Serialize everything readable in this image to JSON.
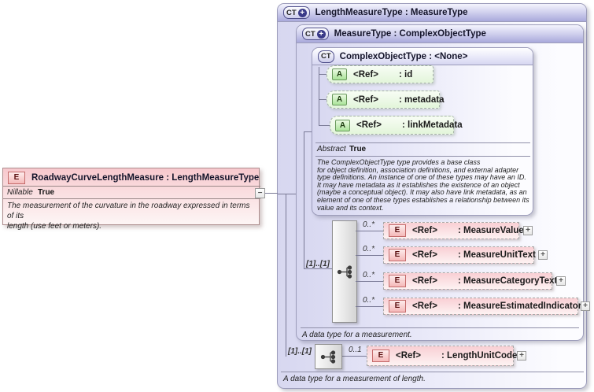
{
  "left_element": {
    "badge": "E",
    "title": "RoadwayCurveLengthMeasure : LengthMeasureType",
    "prop_label": "Nillable",
    "prop_value": "True",
    "annotation": "The measurement of the curvature in the roadway expressed in terms of its\nlength (use feet or meters).",
    "collapse_glyph": "−"
  },
  "length_measure_type": {
    "badge": "CT",
    "expand_glyph": "+",
    "title": "LengthMeasureType : MeasureType",
    "annotation": "A data type for a measurement of length.",
    "group_cardinality": "[1]..[1]",
    "children": [
      {
        "badge": "E",
        "ref": "<Ref>",
        "name": ": LengthUnitCode",
        "cardinality": "0..1",
        "expand_glyph": "+"
      }
    ]
  },
  "measure_type": {
    "badge": "CT",
    "expand_glyph": "+",
    "title": "MeasureType : ComplexObjectType",
    "annotation": "A data type for a measurement.",
    "group_cardinality": "[1]..[1]",
    "children": [
      {
        "badge": "E",
        "ref": "<Ref>",
        "name": ": MeasureValue",
        "cardinality": "0..*",
        "expand_glyph": "+"
      },
      {
        "badge": "E",
        "ref": "<Ref>",
        "name": ": MeasureUnitText",
        "cardinality": "0..*",
        "expand_glyph": "+"
      },
      {
        "badge": "E",
        "ref": "<Ref>",
        "name": ": MeasureCategoryText",
        "cardinality": "0..*",
        "expand_glyph": "+"
      },
      {
        "badge": "E",
        "ref": "<Ref>",
        "name": ": MeasureEstimatedIndicator",
        "cardinality": "0..*",
        "expand_glyph": "+"
      }
    ]
  },
  "complex_object_type": {
    "badge": "CT",
    "title": "ComplexObjectType : <None>",
    "prop_label": "Abstract",
    "prop_value": "True",
    "annotation": "The ComplexObjectType type provides a base class\nfor object definition, association definitions, and external adapter\ntype definitions. An instance of one of these types may have an ID.\nIt may have metadata as it establishes the existence of an object\n(maybe a conceptual object). It may also have link metadata, as an\nelement of one of these types establishes a relationship between its\nvalue and its context.",
    "attributes": [
      {
        "badge": "A",
        "ref": "<Ref>",
        "name": ": id"
      },
      {
        "badge": "A",
        "ref": "<Ref>",
        "name": ": metadata"
      },
      {
        "badge": "A",
        "ref": "<Ref>",
        "name": ": linkMetadata"
      }
    ]
  }
}
